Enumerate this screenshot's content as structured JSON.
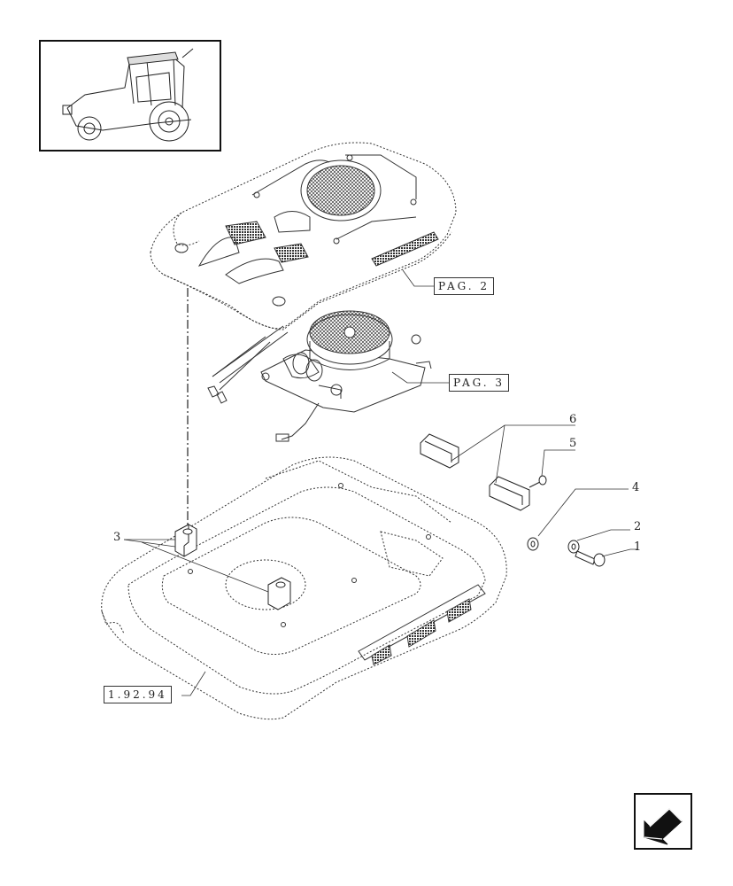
{
  "references": {
    "pag2": "PAG. 2",
    "pag3": "PAG. 3",
    "section": "1.92.94"
  },
  "callouts": {
    "item1": "1",
    "item2": "2",
    "item3": "3",
    "item4": "4",
    "item5": "5",
    "item6": "6"
  },
  "icons": {
    "nav": "next-page-arrow-icon",
    "inset": "tractor-thumbnail-icon"
  }
}
